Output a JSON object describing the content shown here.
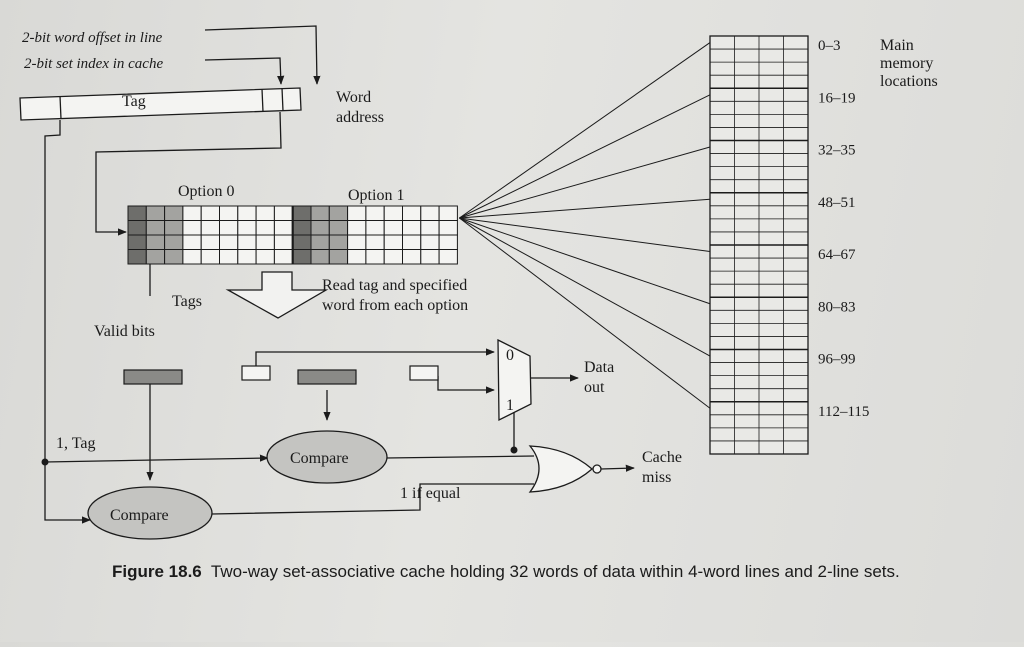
{
  "address": {
    "offset_label": "2-bit word offset in line",
    "index_label": "2-bit set index in cache",
    "tag_label": "Tag",
    "word_address_line1": "Word",
    "word_address_line2": "address"
  },
  "cache": {
    "option0_label": "Option 0",
    "option1_label": "Option 1",
    "read_label_line1": "Read tag and specified",
    "read_label_line2": "word from each option",
    "tags_label": "Tags",
    "valid_bits_label": "Valid bits"
  },
  "logic": {
    "one_tag_label": "1, Tag",
    "compare_label": "Compare",
    "if_equal_label": "1 if equal",
    "mux_in0": "0",
    "mux_in1": "1",
    "data_out_line1": "Data",
    "data_out_line2": "out",
    "cache_miss_line1": "Cache",
    "cache_miss_line2": "miss"
  },
  "memory": {
    "title_lines": [
      "Main",
      "memory",
      "locations"
    ],
    "ranges": [
      "0–3",
      "16–19",
      "32–35",
      "48–51",
      "64–67",
      "80–83",
      "96–99",
      "112–115"
    ]
  },
  "caption": {
    "figure_number": "Figure 18.6",
    "text": "Two-way set-associative cache holding 32 words of data within 4-word lines and 2-line sets."
  }
}
